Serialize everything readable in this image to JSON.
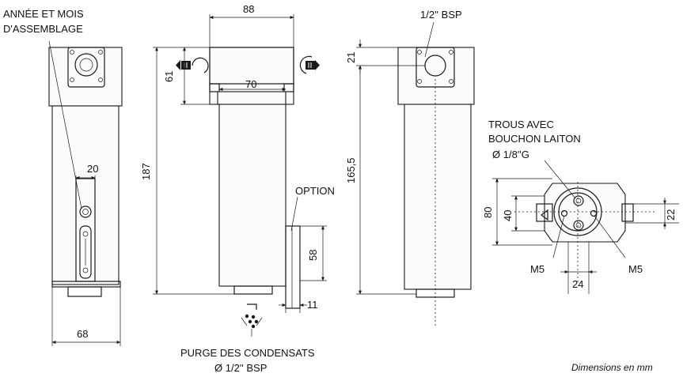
{
  "labels": {
    "assembly_date": [
      "ANNÉE ET MOIS",
      "D'ASSEMBLAGE"
    ],
    "port_size": "1/2'' BSP",
    "option": "OPTION",
    "holes": [
      "TROUS AVEC",
      "BOUCHON LAITON",
      "Ø 1/8''G"
    ],
    "m5_left": "M5",
    "m5_right": "M5",
    "purge": [
      "PURGE DES CONDENSATS",
      "Ø 1/2'' BSP"
    ],
    "units_note": "Dimensions en mm"
  },
  "dimensions": {
    "top_width": "88",
    "head_height": "61",
    "bowl_width": "70",
    "total_height": "187",
    "bracket_width": "20",
    "base_width": "68",
    "option_height": "58",
    "option_offset": "11",
    "port_offset": "21",
    "bowl_height": "165,5",
    "mount_height": "80",
    "mount_inner": "40",
    "slot_spacing": "22",
    "hole_spacing": "24"
  }
}
